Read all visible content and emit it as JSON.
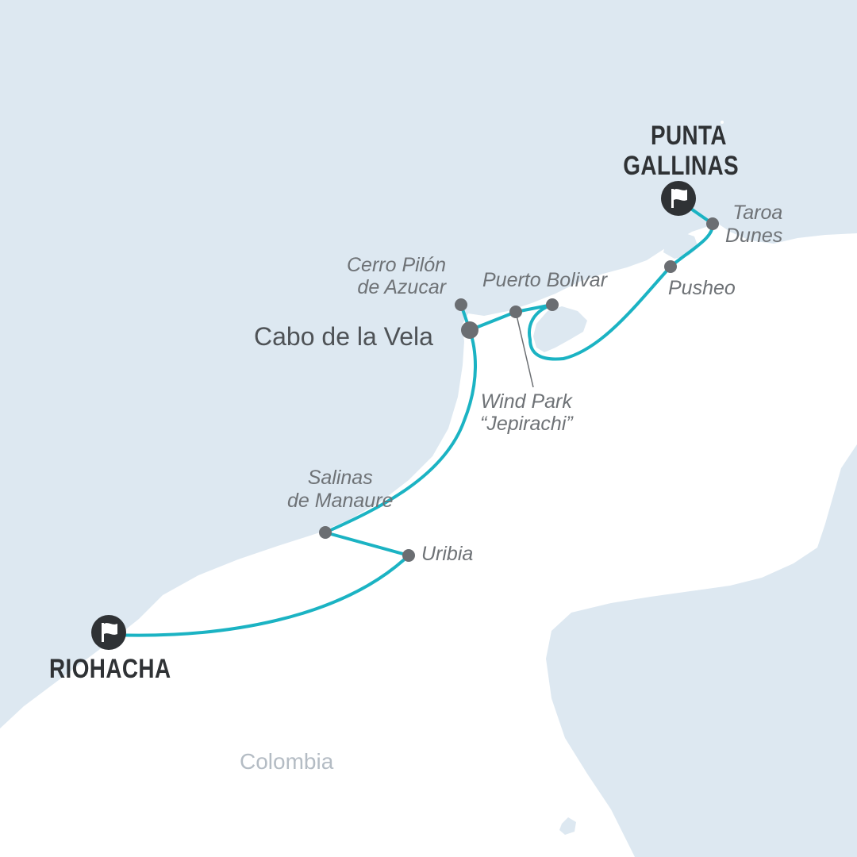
{
  "map": {
    "country": "Colombia",
    "colors": {
      "water": "#dde8f1",
      "land": "#ffffff",
      "route": "#1bb3c3",
      "waypoint": "#6b6e72",
      "endpoint_marker": "#2f3235"
    },
    "endpoints": [
      {
        "id": "riohacha",
        "label": "RIOHACHA",
        "icon": "flag-icon"
      },
      {
        "id": "punta-gallinas",
        "label_lines": [
          "PUNTA",
          "GALLINAS"
        ],
        "icon": "flag-icon"
      }
    ],
    "major_stop": {
      "id": "cabo-de-la-vela",
      "label": "Cabo de la Vela"
    },
    "stops": [
      {
        "id": "cerro-pilon",
        "label_lines": [
          "Cerro Pilón",
          "de Azucar"
        ]
      },
      {
        "id": "puerto-bolivar",
        "label": "Puerto Bolivar"
      },
      {
        "id": "wind-park",
        "label_lines": [
          "Wind Park",
          "“Jepirachi”"
        ]
      },
      {
        "id": "taroa-dunes",
        "label_lines": [
          "Taroa",
          "Dunes"
        ]
      },
      {
        "id": "pusheo",
        "label": "Pusheo"
      },
      {
        "id": "salinas",
        "label_lines": [
          "Salinas",
          "de Manaure"
        ]
      },
      {
        "id": "uribia",
        "label": "Uribia"
      }
    ]
  }
}
